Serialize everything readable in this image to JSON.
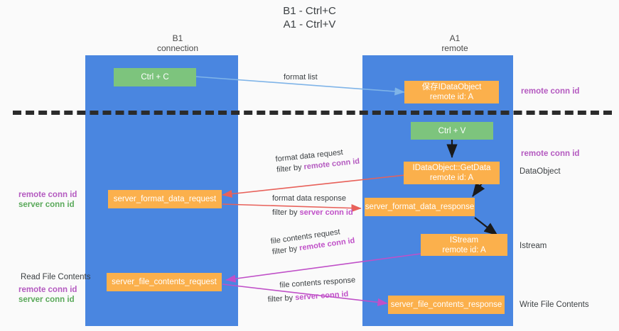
{
  "title": "B1 - Ctrl+C\nA1 - Ctrl+V",
  "columns": [
    {
      "name": "b1",
      "header": "B1\nconnection"
    },
    {
      "name": "a1",
      "header": "A1\nremote"
    }
  ],
  "nodes": {
    "ctrl_c": {
      "line1": "Ctrl + C",
      "line2": ""
    },
    "ole_dataobject": {
      "line1": "保存IDataObject",
      "line2": "remote id: A"
    },
    "ctrl_v": {
      "line1": "Ctrl + V",
      "line2": ""
    },
    "getdata": {
      "line1": "IDataObject::GetData",
      "line2": "remote id: A"
    },
    "format_req": {
      "line1": "server_format_data_request",
      "line2": ""
    },
    "format_resp": {
      "line1": "server_format_data_response",
      "line2": ""
    },
    "istream": {
      "line1": "IStream",
      "line2": "remote id: A"
    },
    "file_req": {
      "line1": "server_file_contents_request",
      "line2": ""
    },
    "file_resp": {
      "line1": "server_file_contents_response",
      "line2": ""
    }
  },
  "edge_labels": {
    "format_list": {
      "line1": "format list",
      "line2_prefix": "",
      "line2_token": "",
      "line2_suffix": ""
    },
    "format_data_request": {
      "line1": "format data request",
      "line2_prefix": "filter by ",
      "line2_token": "remote conn id",
      "line2_suffix": ""
    },
    "format_data_response": {
      "line1": "format data response",
      "line2_prefix": "filter by ",
      "line2_token": "server conn id",
      "line2_suffix": ""
    },
    "file_contents_request": {
      "line1": "file contents request",
      "line2_prefix": "filter by ",
      "line2_token": "remote conn id",
      "line2_suffix": ""
    },
    "file_contents_response": {
      "line1": "file contents response",
      "line2_prefix": "filter by ",
      "line2_token": "server conn id",
      "line2_suffix": ""
    }
  },
  "annotations": {
    "right_top_remote": "remote conn id",
    "right_mid_remote": "remote conn id",
    "right_dataobject": "DataObject",
    "right_istream": "Istream",
    "right_write_file": "Write File Contents",
    "left_remote_conn": "remote conn id",
    "left_server_conn": "server conn id",
    "left_read_file": "Read File Contents",
    "left_remote_conn_2": "remote conn id",
    "left_server_conn_2": "server conn id"
  },
  "colors": {
    "lane": "#4a86e0",
    "node_green": "#7dc47d",
    "node_orange": "#fbb04c",
    "purple": "#b45ac0",
    "green_text": "#5aa95a",
    "magenta": "#c050c8",
    "red_arrow": "#e8615a",
    "blue_arrow": "#7fb4e8",
    "dark_arrow": "#1a1a1a",
    "divider": "#2b2b2b",
    "background": "#fafafa"
  }
}
